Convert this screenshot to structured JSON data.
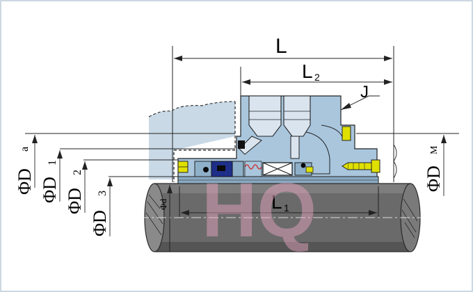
{
  "dimensions": {
    "L": "L",
    "L2_main": "L",
    "L2_sub": "2",
    "J": "J",
    "L1_main": "L",
    "L1_sub": "1",
    "phi_d": "Φd",
    "phi_Da_main": "ΦD",
    "phi_Da_sub": "a",
    "phi_D1_main": "ΦD",
    "phi_D1_sub": "1",
    "phi_D2_main": "ΦD",
    "phi_D2_sub": "2",
    "phi_D3_main": "ΦD",
    "phi_D3_sub": "3",
    "phi_DM_main": "ΦD",
    "phi_DM_sub": "M"
  },
  "watermark": "HQ",
  "colors": {
    "housing": "#a9c6dd",
    "housing_dashed": "#c9d9e6",
    "shaft": "#676767",
    "shaft_dark": "#4a4a4a",
    "border": "#9ab0c4",
    "seal_face": "#1e2f8a",
    "screw": "#e0e000",
    "watermark": "#f2a9c7"
  }
}
